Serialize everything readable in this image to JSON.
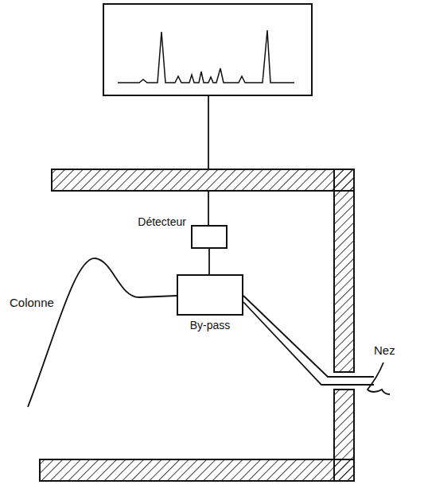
{
  "diagram": {
    "nodes": [
      {
        "text": [
          "Détecteur"
        ]
      },
      {
        "text": [
          "By-pass"
        ]
      }
    ],
    "edges": [
      {
        "from": 0,
        "to": 1,
        "arrow": "none"
      }
    ],
    "labels": [
      "Colonne",
      "Nez"
    ]
  }
}
